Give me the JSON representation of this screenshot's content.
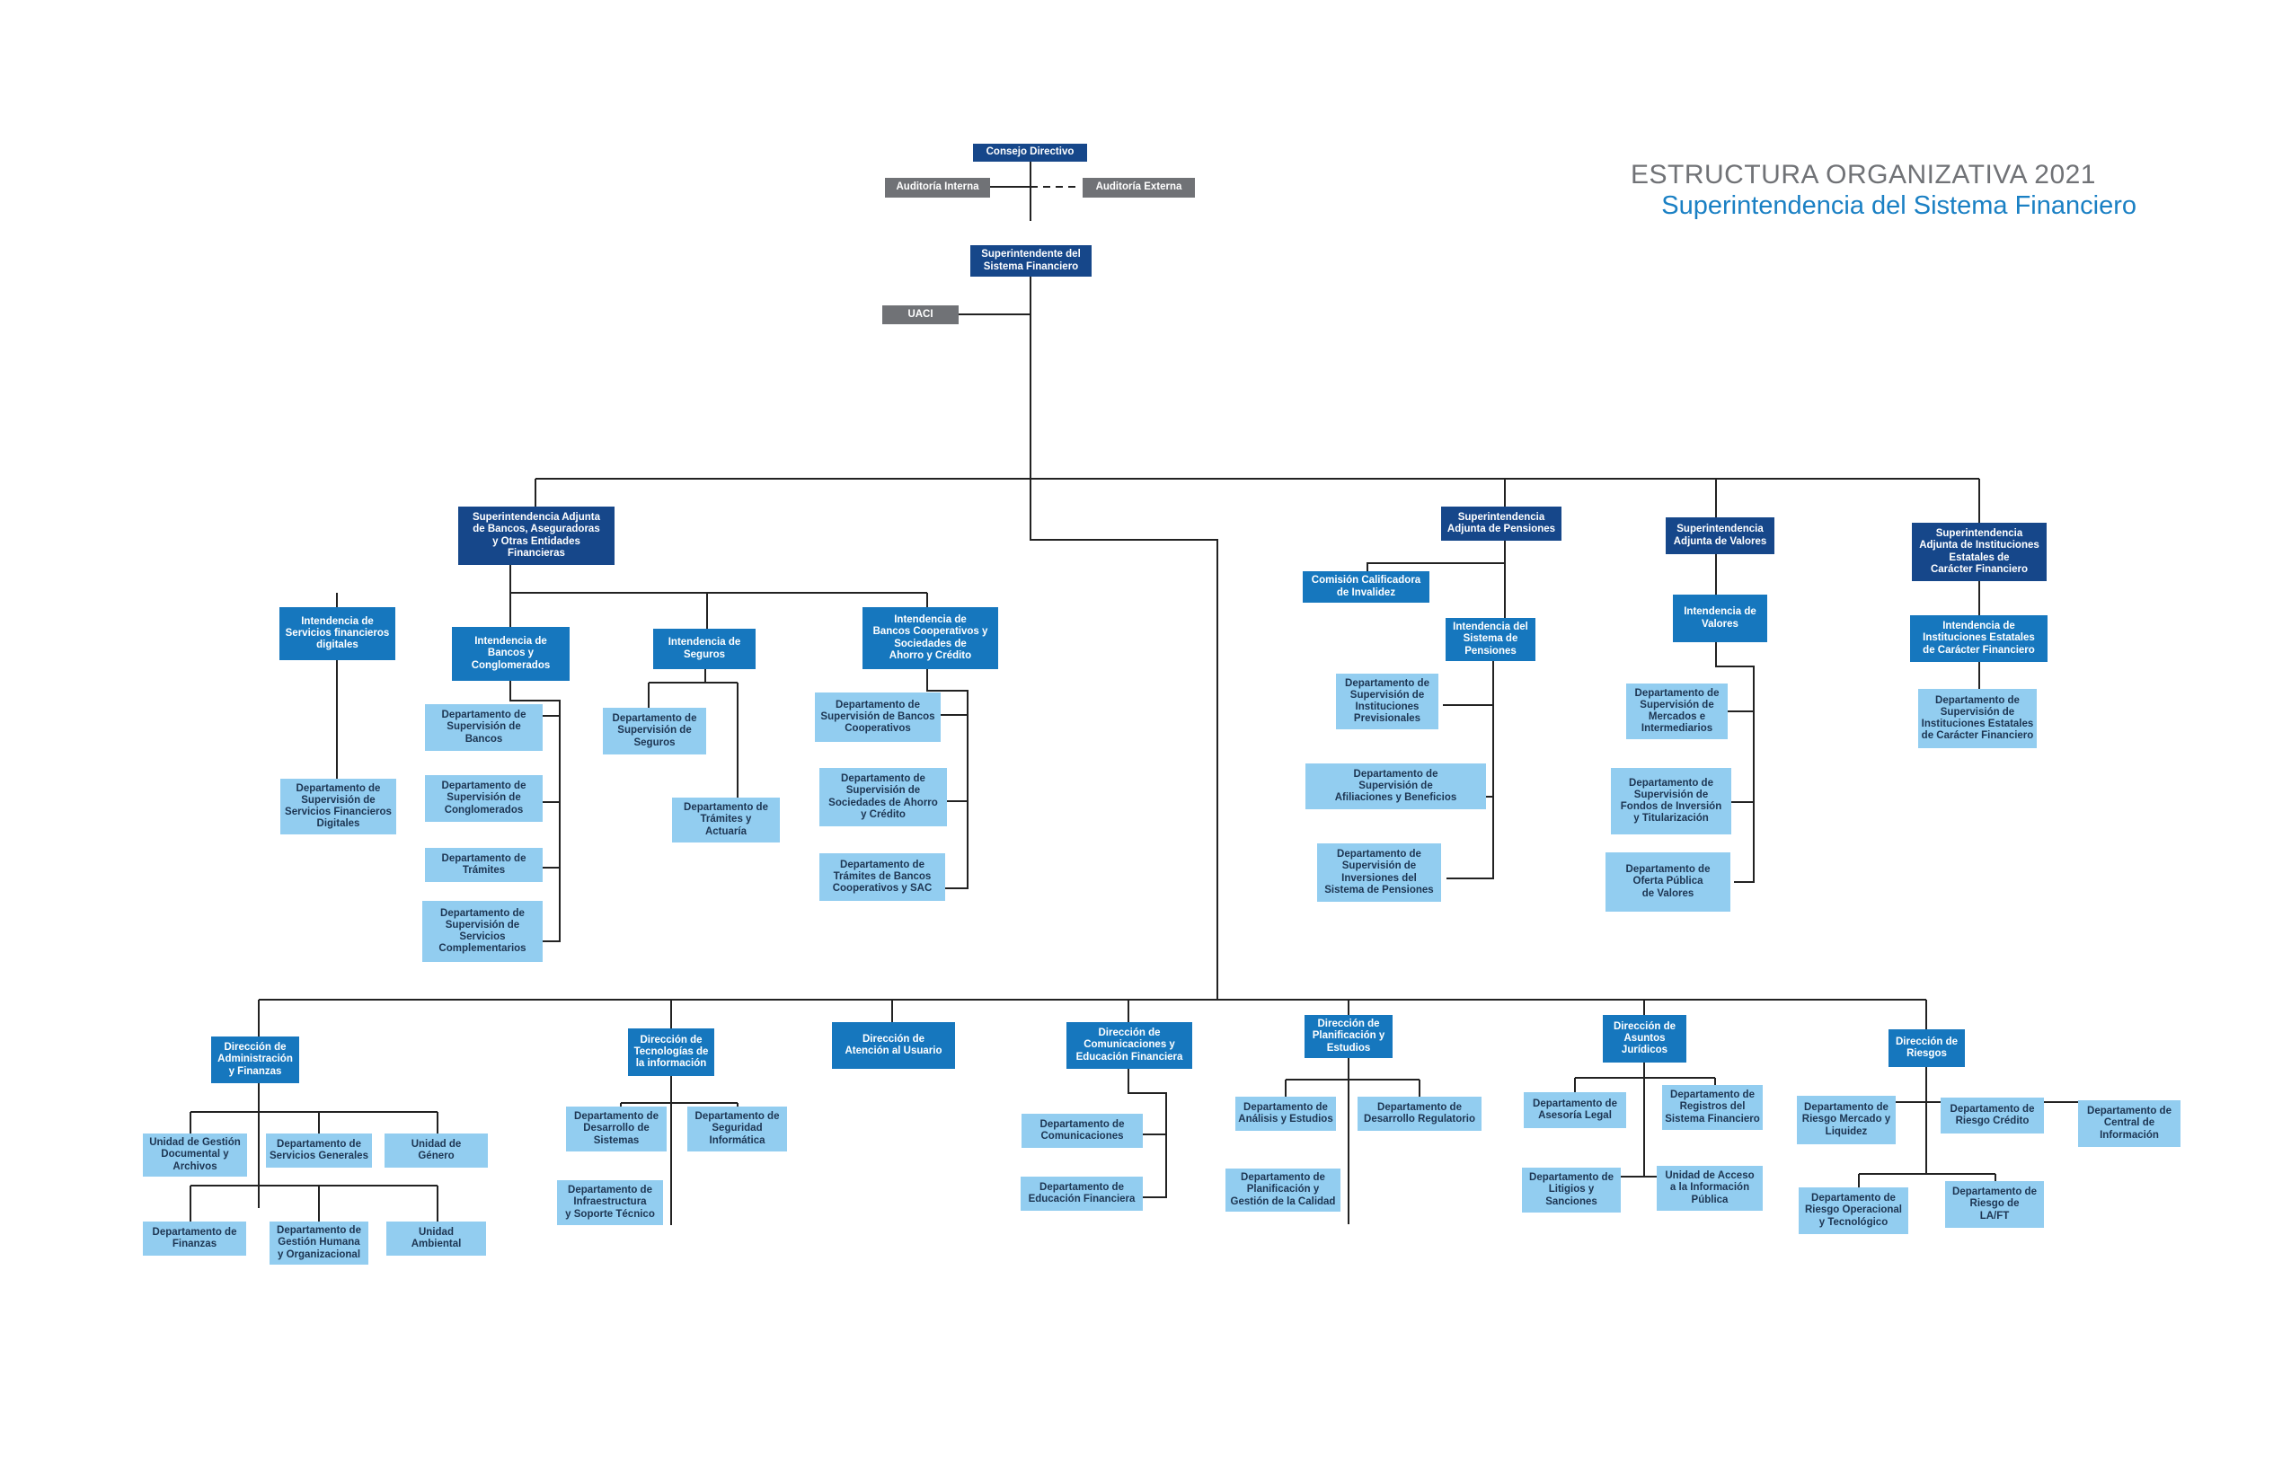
{
  "header": {
    "title": "ESTRUCTURA ORGANIZATIVA 2021",
    "subtitle": "Superintendencia del Sistema Financiero"
  },
  "colors": {
    "navy": "#16478a",
    "blue": "#1677be",
    "light_blue": "#92cdf0",
    "gray": "#707276",
    "line": "#222222"
  },
  "nodes": {
    "consejo": "Consejo Directivo",
    "auditoria_interna": "Auditoría Interna",
    "auditoria_externa": "Auditoría Externa",
    "superintendente": "Superintendente del\nSistema Financiero",
    "uaci": "UACI",
    "sa_bancos": "Superintendencia Adjunta\nde Bancos, Aseguradoras\ny Otras Entidades\nFinancieras",
    "int_digitales": "Intendencia de\nServicios financieros\ndigitales",
    "depto_digitales": "Departamento de\nSupervisión de\nServicios Financieros\nDigitales",
    "int_bancos": "Intendencia de\nBancos y\nConglomerados",
    "depto_sup_bancos": "Departamento de\nSupervisión de\nBancos",
    "depto_sup_conglomerados": "Departamento de\nSupervisión de\nConglomerados",
    "depto_tramites": "Departamento de\nTrámites",
    "depto_sup_complementarios": "Departamento de\nSupervisión de\nServicios\nComplementarios",
    "int_seguros": "Intendencia de\nSeguros",
    "depto_sup_seguros": "Departamento de\nSupervisión de\nSeguros",
    "depto_tramites_actuaria": "Departamento de\nTrámites y\nActuaría",
    "int_cooperativos": "Intendencia de\nBancos Cooperativos y\nSociedades de\nAhorro y Crédito",
    "depto_sup_coop": "Departamento de\nSupervisión de Bancos\nCooperativos",
    "depto_sup_sac": "Departamento de\nSupervisión de\nSociedades de Ahorro\ny Crédito",
    "depto_tramites_coop": "Departamento de\nTrámites de Bancos\nCooperativos y SAC",
    "sa_pensiones": "Superintendencia\nAdjunta de Pensiones",
    "comision_invalidez": "Comisión Calificadora\nde Invalidez",
    "int_pensiones": "Intendencia del\nSistema de\nPensiones",
    "depto_inst_previsionales": "Departamento de\nSupervisión de\nInstituciones\nPrevisionales",
    "depto_afiliaciones": "Departamento de\nSupervisión de\nAfiliaciones y Beneficios",
    "depto_inversiones_pensiones": "Departamento de\nSupervisión de\nInversiones del\nSistema de Pensiones",
    "sa_valores": "Superintendencia\nAdjunta de Valores",
    "int_valores": "Intendencia de\nValores",
    "depto_mercados": "Departamento de\nSupervisión de\nMercados e\nIntermediarios",
    "depto_fondos": "Departamento de\nSupervisión de\nFondos de Inversión\ny Titularización",
    "depto_oferta": "Departamento de\nOferta Pública\nde Valores",
    "sa_estatales": "Superintendencia\nAdjunta de Instituciones\nEstatales de\nCarácter Financiero",
    "int_estatales": "Intendencia de\nInstituciones Estatales\nde Carácter Financiero",
    "depto_estatales": "Departamento de\nSupervisión de\nInstituciones Estatales\nde Carácter Financiero",
    "dir_admin": "Dirección de\nAdministración\ny Finanzas",
    "unidad_gestion_documental": "Unidad de Gestión\nDocumental y\nArchivos",
    "depto_servicios_generales": "Departamento de\nServicios Generales",
    "unidad_genero": "Unidad de\nGénero",
    "depto_finanzas": "Departamento de\nFinanzas",
    "depto_gestion_humana": "Departamento de\nGestión Humana\ny Organizacional",
    "unidad_ambiental": "Unidad\nAmbiental",
    "dir_tecnologias": "Dirección de\nTecnologías de\nla información",
    "depto_desarrollo_sistemas": "Departamento de\nDesarrollo de\nSistemas",
    "depto_seguridad_informatica": "Departamento de\nSeguridad\nInformática",
    "depto_infraestructura": "Departamento de\nInfraestructura\ny Soporte Técnico",
    "dir_atencion": "Dirección de\nAtención al Usuario",
    "dir_comunicaciones": "Dirección de\nComunicaciones y\nEducación Financiera",
    "depto_comunicaciones": "Departamento de\nComunicaciones",
    "depto_educacion": "Departamento de\nEducación Financiera",
    "dir_planificacion": "Dirección de\nPlanificación y\nEstudios",
    "depto_analisis": "Departamento de\nAnálisis y Estudios",
    "depto_desarrollo_regulatorio": "Departamento de\nDesarrollo Regulatorio",
    "depto_planificacion_calidad": "Departamento de\nPlanificación y\nGestión de la Calidad",
    "dir_juridicos": "Dirección de\nAsuntos\nJurídicos",
    "depto_asesoria": "Departamento de\nAsesoría Legal",
    "depto_registros": "Departamento de\nRegistros del\nSistema Financiero",
    "depto_litigios": "Departamento de\nLitigios y\nSanciones",
    "unidad_acceso": "Unidad de Acceso\na la Información\nPública",
    "dir_riesgos": "Dirección de\nRiesgos",
    "depto_riesgo_mercado": "Departamento de\nRiesgo Mercado y\nLiquidez",
    "depto_riesgo_credito": "Departamento de\nRiesgo Crédito",
    "depto_central_info": "Departamento de\nCentral de\nInformación",
    "depto_riesgo_operacional": "Departamento de\nRiesgo Operacional\ny Tecnológico",
    "depto_riesgo_laft": "Departamento de\nRiesgo de\nLA/FT"
  }
}
